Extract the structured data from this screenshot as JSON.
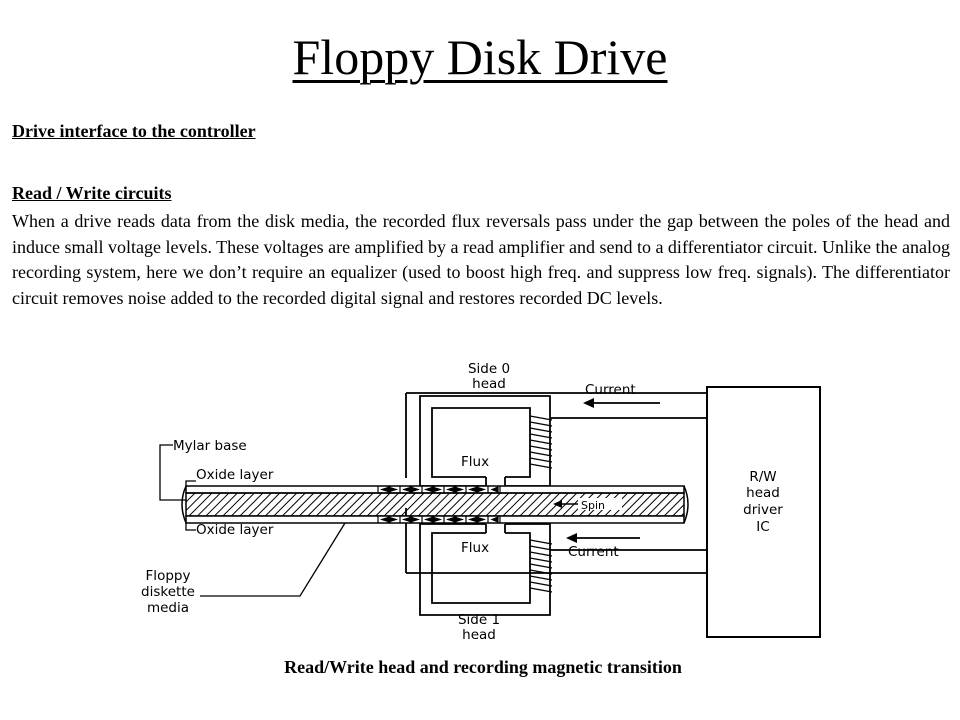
{
  "title": "Floppy Disk Drive",
  "section_heading": "Drive interface to the controller ",
  "subsection_heading": "Read / Write circuits ",
  "paragraph": "When a drive reads data from the disk media, the recorded flux reversals pass under the gap between the poles of the head and induce small voltage levels. These voltages are amplified by a read amplifier and send to a differentiator circuit.  Unlike the analog recording system, here we don’t require an equalizer (used to boost high freq. and suppress low freq. signals). The differentiator circuit removes noise added to the recorded digital signal and restores recorded DC levels.",
  "diagram": {
    "side0_line1": "Side 0",
    "side0_line2": "head",
    "side1_line1": "Side 1",
    "side1_line2": "head",
    "current_top": "Current",
    "current_bottom": "Current",
    "flux_top": "Flux",
    "flux_bottom": "Flux",
    "mylar": "Mylar base",
    "oxide_top": "Oxide layer",
    "oxide_bottom": "Oxide layer",
    "spin": "Spin",
    "media_line1": "Floppy",
    "media_line2": "diskette",
    "media_line3": "media",
    "ic_line1": "R/W",
    "ic_line2": "head",
    "ic_line3": "driver",
    "ic_line4": "IC"
  },
  "caption": "Read/Write head and recording magnetic transition"
}
